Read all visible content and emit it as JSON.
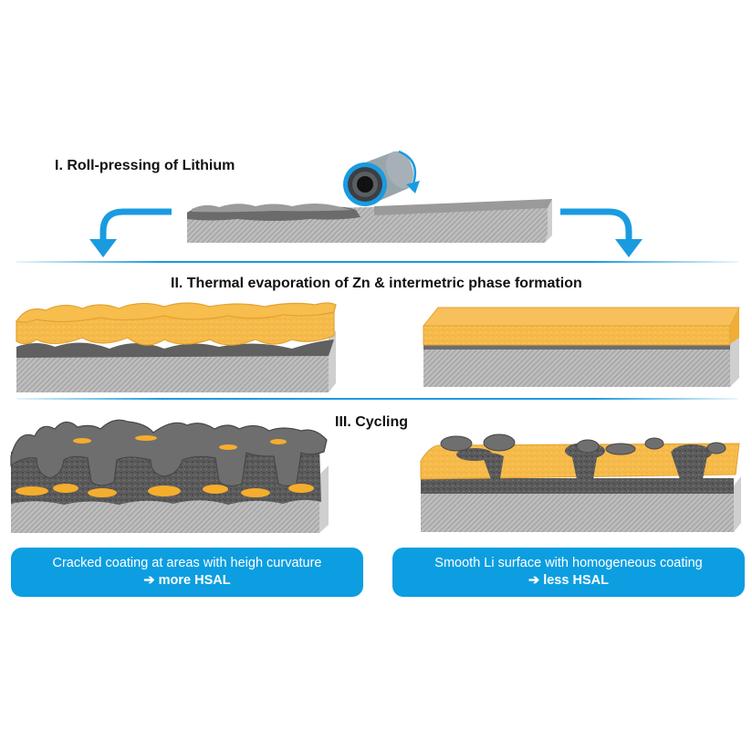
{
  "steps": {
    "step1": {
      "title": "I. Roll-pressing of Lithium"
    },
    "step2": {
      "title": "II. Thermal  evaporation of Zn & intermetric phase formation"
    },
    "step3": {
      "title": "III. Cycling"
    }
  },
  "captions": {
    "left": {
      "line1": "Cracked coating at areas with heigh curvature",
      "arrow": "➔",
      "line2": "more HSAL"
    },
    "right": {
      "line1": "Smooth Li surface with homogeneous coating",
      "arrow": "➔",
      "line2": "less HSAL"
    }
  },
  "colors": {
    "accent_blue": "#1a9be0",
    "caption_blue": "#0c9ee0",
    "zn_coating": "#f7b843",
    "lithium_dark": "#5b5b5b",
    "substrate_gray": "#b3b3b3"
  },
  "illustrations": {
    "roller": "roller-icon",
    "rotation_arrow": "rotation-arrow-icon",
    "branch_left": "curved-arrow-down-left-icon",
    "branch_right": "curved-arrow-down-right-icon"
  }
}
